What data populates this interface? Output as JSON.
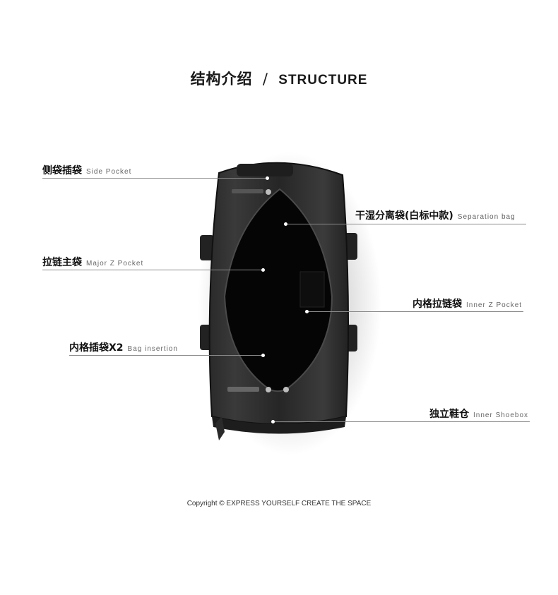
{
  "header": {
    "title_cn": "结构介绍",
    "separator": "/",
    "title_en": "STRUCTURE"
  },
  "callouts": [
    {
      "cn": "侧袋插袋",
      "en": "Side Pocket"
    },
    {
      "cn": "干湿分离袋(白标中款)",
      "en": "Separation bag"
    },
    {
      "cn": "拉链主袋",
      "en": "Major Z Pocket"
    },
    {
      "cn": "内格拉链袋",
      "en": "Inner Z Pocket"
    },
    {
      "cn": "内格插袋X2",
      "en": "Bag insertion"
    },
    {
      "cn": "独立鞋仓",
      "en": "Inner Shoebox"
    }
  ],
  "footer": {
    "copyright": "Copyright © EXPRESS YOURSELF CREATE THE SPACE"
  }
}
